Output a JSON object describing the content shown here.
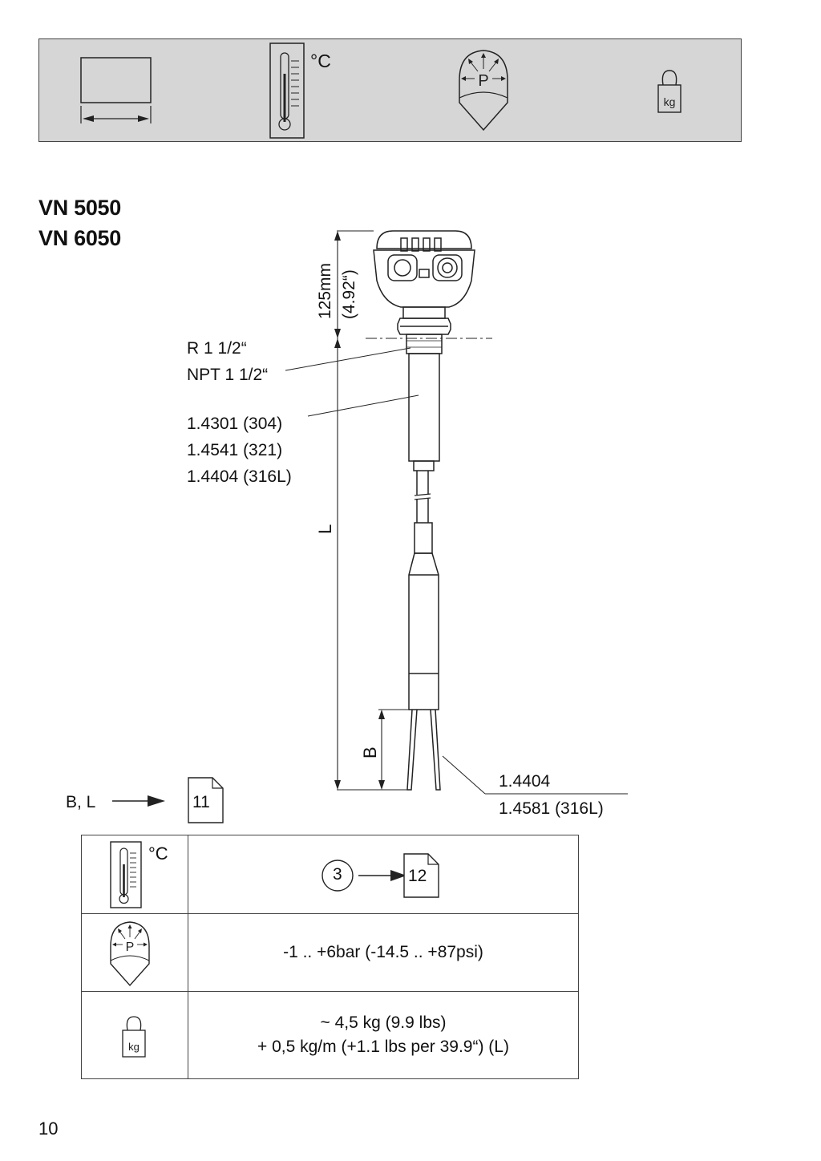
{
  "banner": {
    "icons": [
      "dimensions-icon",
      "thermometer-icon",
      "pressure-icon",
      "weight-icon"
    ],
    "temperature_unit": "°C",
    "pressure_symbol": "P",
    "weight_unit": "kg"
  },
  "models": [
    "VN 5050",
    "VN 6050"
  ],
  "drawing": {
    "head_height_mm": "125mm",
    "head_height_in": "(4.92“)",
    "thread_r": "R 1 1/2“",
    "thread_npt": "NPT 1 1/2“",
    "tube_materials": [
      "1.4301 (304)",
      "1.4541 (321)",
      "1.4404 (316L)"
    ],
    "dim_l": "L",
    "dim_b": "B",
    "fork_materials": [
      "1.4404",
      "1.4581 (316L)"
    ]
  },
  "reference": {
    "label": "B, L",
    "page": "11"
  },
  "table": {
    "temperature": {
      "unit": "°C",
      "note_number": "3",
      "page": "12"
    },
    "pressure": {
      "symbol": "P",
      "value": "-1 .. +6bar (-14.5 .. +87psi)"
    },
    "weight": {
      "unit": "kg",
      "line1": "~ 4,5 kg (9.9 lbs)",
      "line2": "+ 0,5 kg/m (+1.1 lbs per 39.9“)  (L)"
    }
  },
  "page_number": "10"
}
